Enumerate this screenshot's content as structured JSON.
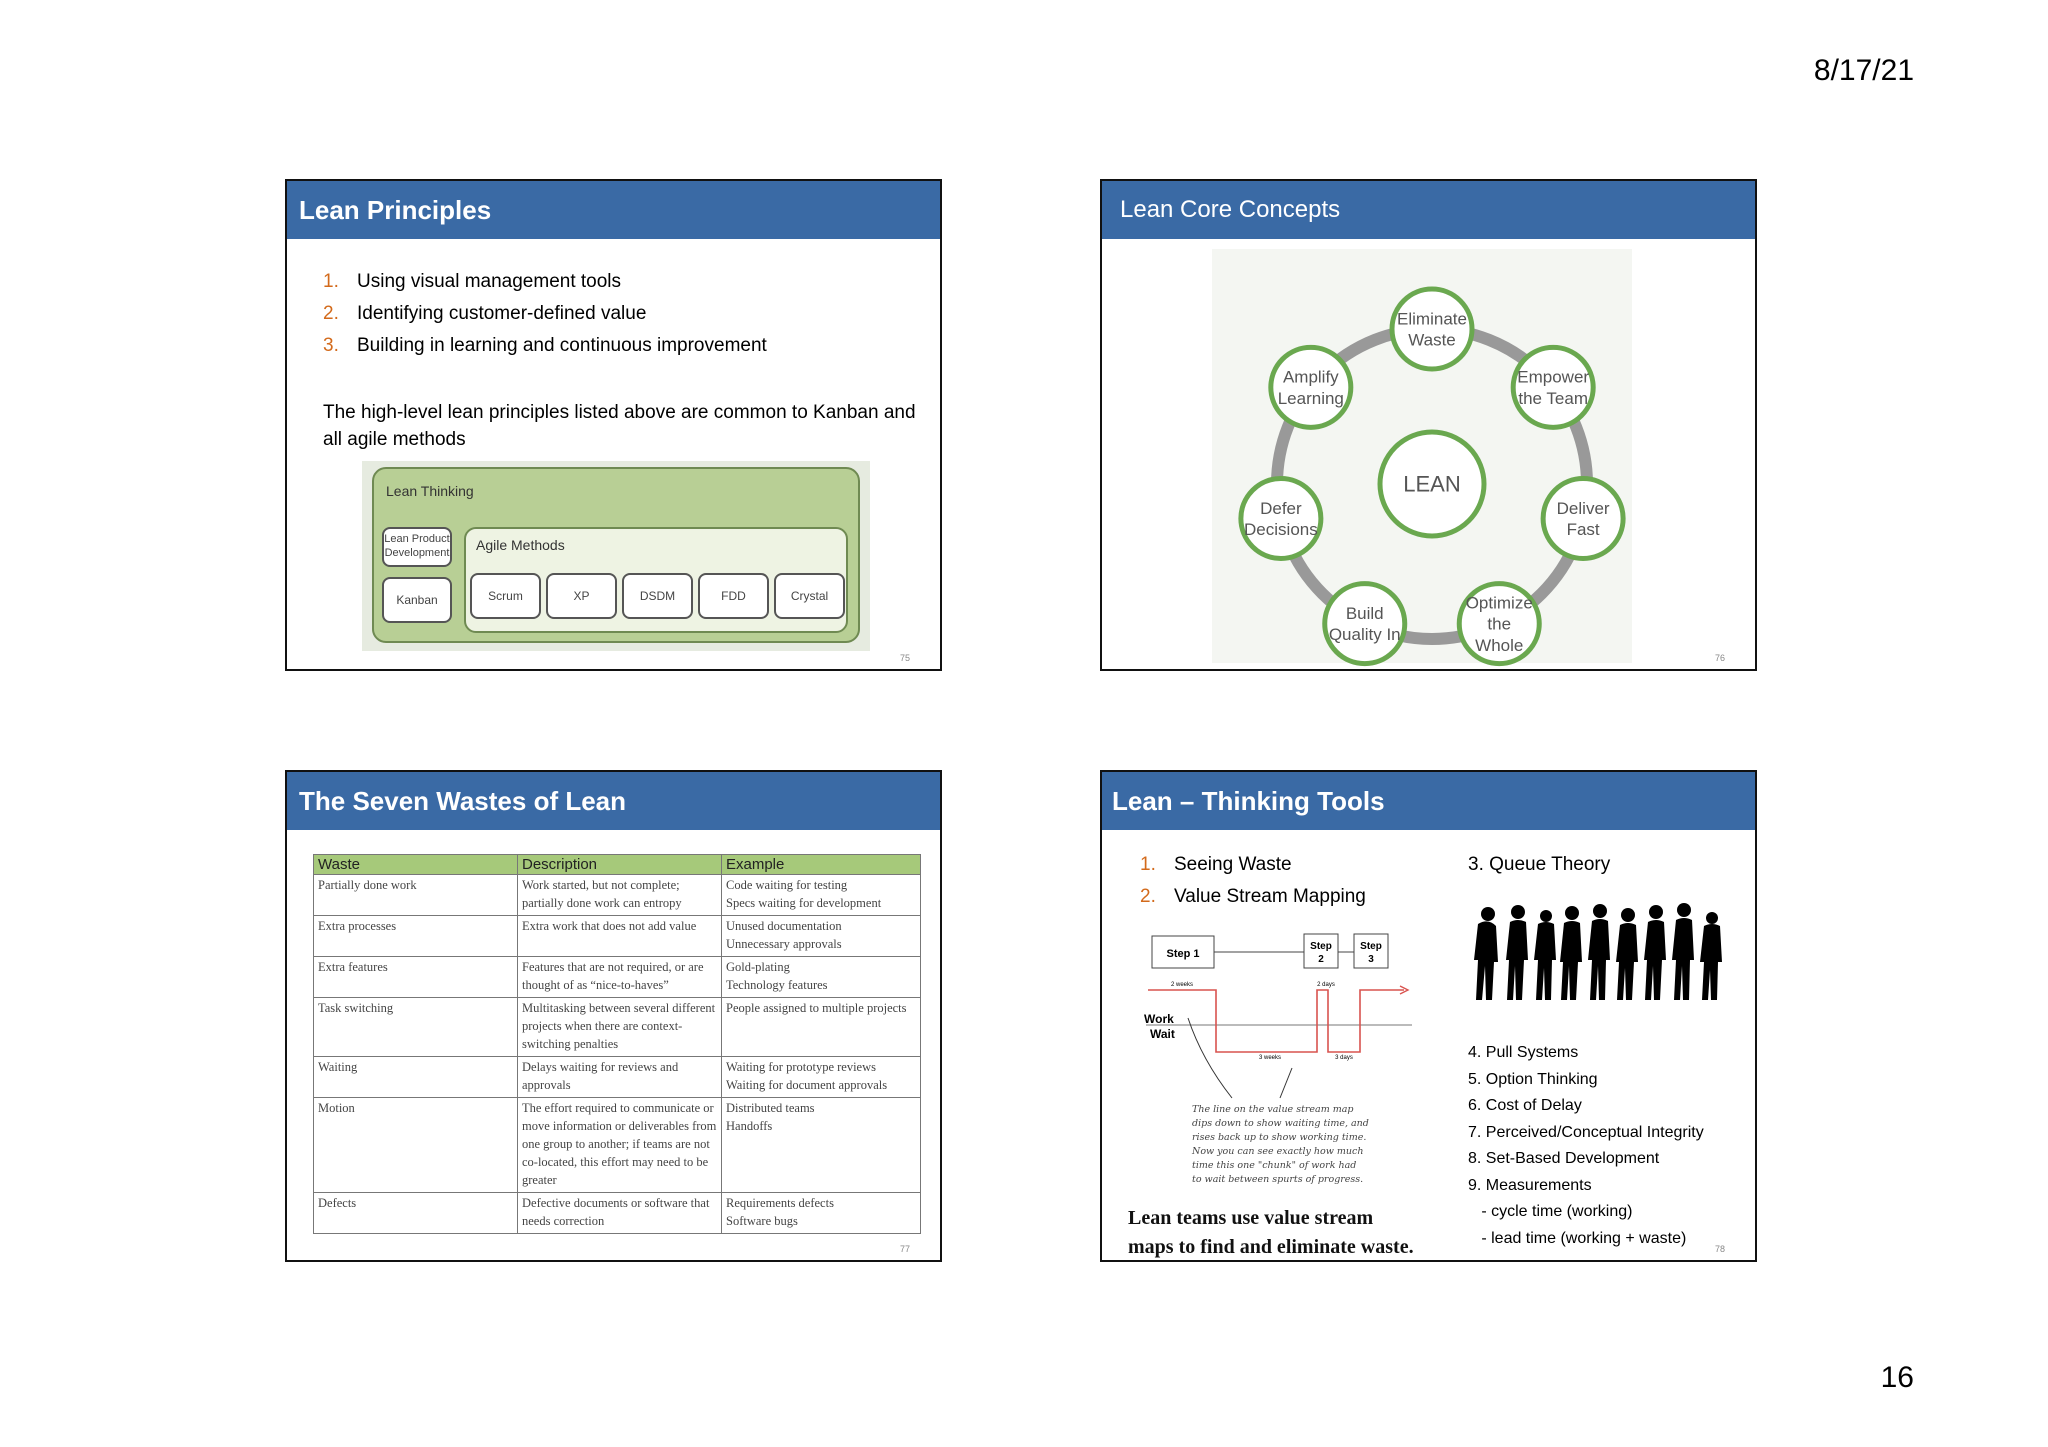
{
  "page": {
    "date": "8/17/21",
    "number": "16"
  },
  "slide1": {
    "title": "Lean Principles",
    "list": [
      {
        "num": "1.",
        "text": "Using visual management tools"
      },
      {
        "num": "2.",
        "text": "Identifying customer-defined value"
      },
      {
        "num": "3.",
        "text": "Building in learning and continuous improvement"
      }
    ],
    "paragraph": "The high-level lean principles listed above are common to Kanban and all agile methods",
    "figure": {
      "outer_label": "Lean Thinking",
      "lpd_label": "Lean Product Development",
      "kanban_label": "Kanban",
      "agile_label": "Agile Methods",
      "agile_items": [
        "Scrum",
        "XP",
        "DSDM",
        "FDD",
        "Crystal"
      ]
    },
    "slide_number": "75"
  },
  "slide2": {
    "title": "Lean Core Concepts",
    "center": "LEAN",
    "concepts": [
      {
        "l1": "Eliminate",
        "l2": "Waste",
        "l3": ""
      },
      {
        "l1": "Empower",
        "l2": "the Team",
        "l3": ""
      },
      {
        "l1": "Deliver",
        "l2": "Fast",
        "l3": ""
      },
      {
        "l1": "Optimize",
        "l2": "the",
        "l3": "Whole"
      },
      {
        "l1": "Build",
        "l2": "Quality In",
        "l3": ""
      },
      {
        "l1": "Defer",
        "l2": "Decisions",
        "l3": ""
      },
      {
        "l1": "Amplify",
        "l2": "Learning",
        "l3": ""
      }
    ],
    "colors": {
      "ring": "#6aa84f",
      "track": "#999999"
    },
    "slide_number": "76"
  },
  "slide3": {
    "title": "The Seven Wastes of Lean",
    "columns": [
      "Waste",
      "Description",
      "Example"
    ],
    "rows": [
      [
        "Partially done work",
        "Work started, but not complete; partially done work can entropy",
        "Code waiting for testing\nSpecs waiting for development"
      ],
      [
        "Extra processes",
        "Extra work that does not add value",
        "Unused documentation\nUnnecessary approvals"
      ],
      [
        "Extra features",
        "Features that are not required, or are thought of as “nice-to-haves”",
        "Gold-plating\nTechnology features"
      ],
      [
        "Task switching",
        "Multitasking between several different projects when there are context-switching penalties",
        "People assigned to multiple projects"
      ],
      [
        "Waiting",
        "Delays waiting for reviews and approvals",
        "Waiting for prototype reviews\nWaiting for document approvals"
      ],
      [
        "Motion",
        "The effort required to communicate or move information or deliverables from one group to another; if teams are not co-located, this effort may need to be greater",
        "Distributed teams\nHandoffs"
      ],
      [
        "Defects",
        "Defective documents or software that needs correction",
        "Requirements defects\nSoftware bugs"
      ]
    ],
    "slide_number": "77"
  },
  "slide4": {
    "title": "Lean – Thinking Tools",
    "list": [
      {
        "num": "1.",
        "text": "Seeing Waste"
      },
      {
        "num": "2.",
        "text": "Value Stream Mapping"
      }
    ],
    "queue_title": "3. Queue Theory",
    "list2": [
      "4. Pull Systems",
      "5. Option Thinking",
      "6. Cost of Delay",
      "7. Perceived/Conceptual Integrity",
      "8. Set-Based Development",
      "9. Measurements",
      "   - cycle time (working)",
      "   - lead time (working + waste)"
    ],
    "vsm": {
      "step1": "Step 1",
      "step2_l1": "Step",
      "step2_l2": "2",
      "step3_l1": "Step",
      "step3_l2": "3",
      "work": "Work",
      "wait": "Wait",
      "d1": "2 weeks",
      "d2": "2 days",
      "d3": "3 weeks",
      "d4": "3 days",
      "note": [
        "The line on the value stream map",
        "dips down to show waiting time, and",
        "rises back up to show working time.",
        "Now you can see exactly how much",
        "time this one \"chunk\" of work had",
        "to wait between spurts of progress."
      ],
      "caption_l1": "Lean teams use value stream",
      "caption_l2": "maps to find and eliminate waste."
    },
    "slide_number": "78"
  }
}
